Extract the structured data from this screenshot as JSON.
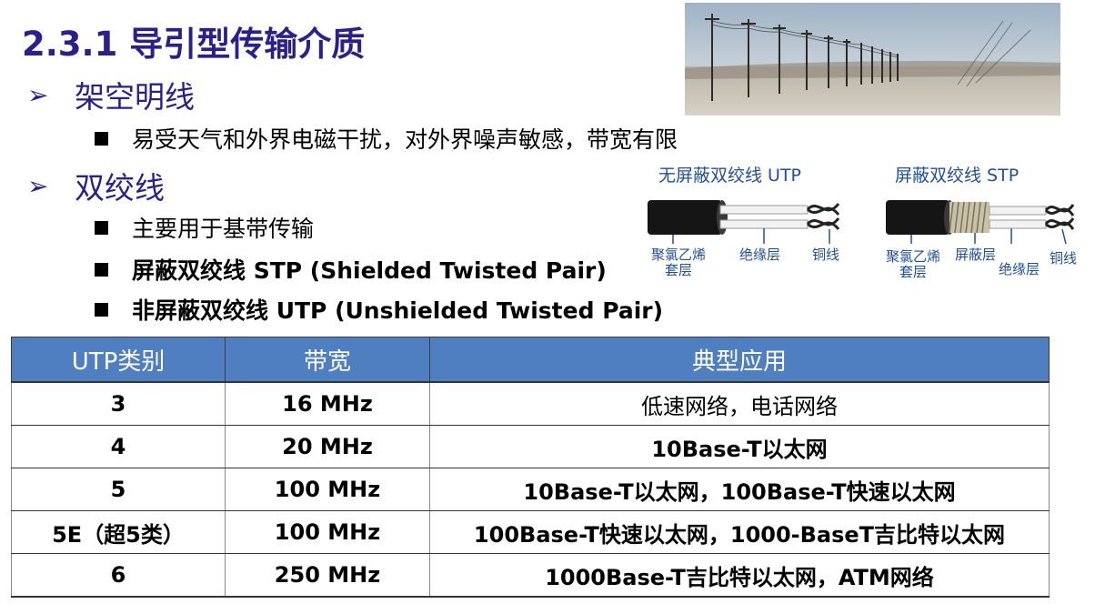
{
  "title": "2.3.1 导引型传输介质",
  "sections": [
    {
      "heading": "架空明线",
      "bullets": [
        "易受天气和外界电磁干扰，对外界噪声敏感，带宽有限"
      ]
    },
    {
      "heading": "双绞线",
      "bullets": [
        "主要用于基带传输",
        "屏蔽双绞线 STP (Shielded Twisted Pair)",
        "非屏蔽双绞线 UTP (Unshielded Twisted Pair)"
      ]
    }
  ],
  "figures": {
    "utp": {
      "title": "无屏蔽双绞线 UTP",
      "labels": [
        "聚氯乙烯\n套层",
        "绝缘层",
        "铜线"
      ]
    },
    "stp": {
      "title": "屏蔽双绞线 STP",
      "labels": [
        "聚氯乙烯\n套层",
        "屏蔽层",
        "绝缘层",
        "铜线"
      ]
    }
  },
  "table": {
    "headers": [
      "UTP类别",
      "带宽",
      "典型应用"
    ],
    "rows": [
      [
        "3",
        "16 MHz",
        "低速网络，电话网络"
      ],
      [
        "4",
        "20 MHz",
        "10Base-T以太网"
      ],
      [
        "5",
        "100 MHz",
        "10Base-T以太网，100Base-T快速以太网"
      ],
      [
        "5E（超5类）",
        "100 MHz",
        "100Base-T快速以太网，1000-BaseT吉比特以太网"
      ],
      [
        "6",
        "250 MHz",
        "1000Base-T吉比特以太网，ATM网络"
      ]
    ]
  },
  "colors": {
    "title": "#2b1f8c",
    "figure_text": "#1f4f98",
    "table_header": "#4f7ec1"
  }
}
